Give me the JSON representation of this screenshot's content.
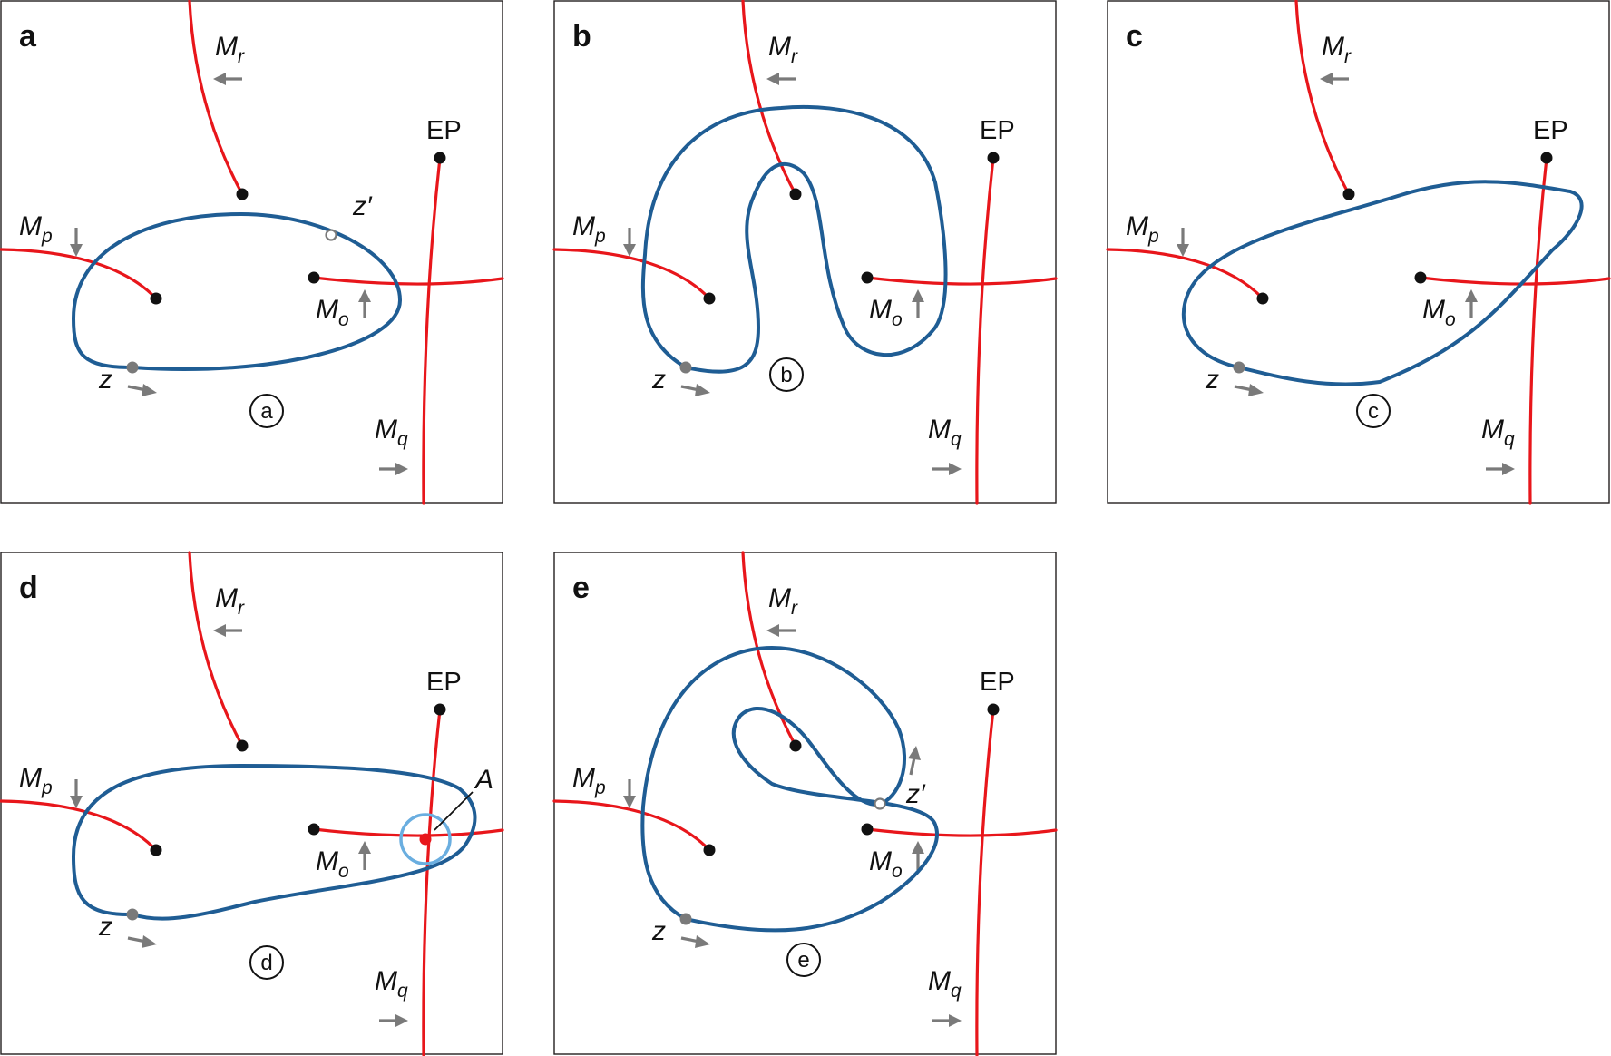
{
  "panels": [
    {
      "id": "a",
      "label": "a",
      "badge": "a",
      "z": "z",
      "z_prime": "z′",
      "mr": "M",
      "mr_sub": "r",
      "mp": "M",
      "mp_sub": "p",
      "mo": "M",
      "mo_sub": "o",
      "mq": "M",
      "mq_sub": "q",
      "ep": "EP"
    },
    {
      "id": "b",
      "label": "b",
      "badge": "b",
      "z": "z",
      "mr": "M",
      "mr_sub": "r",
      "mp": "M",
      "mp_sub": "p",
      "mo": "M",
      "mo_sub": "o",
      "mq": "M",
      "mq_sub": "q",
      "ep": "EP"
    },
    {
      "id": "c",
      "label": "c",
      "badge": "c",
      "z": "z",
      "mr": "M",
      "mr_sub": "r",
      "mp": "M",
      "mp_sub": "p",
      "mo": "M",
      "mo_sub": "o",
      "mq": "M",
      "mq_sub": "q",
      "ep": "EP"
    },
    {
      "id": "d",
      "label": "d",
      "badge": "d",
      "z": "z",
      "mr": "M",
      "mr_sub": "r",
      "mp": "M",
      "mp_sub": "p",
      "mo": "M",
      "mo_sub": "o",
      "mq": "M",
      "mq_sub": "q",
      "ep": "EP",
      "a_label": "A"
    },
    {
      "id": "e",
      "label": "e",
      "badge": "e",
      "z": "z",
      "z_prime": "z′",
      "mr": "M",
      "mr_sub": "r",
      "mp": "M",
      "mp_sub": "p",
      "mo": "M",
      "mo_sub": "o",
      "mq": "M",
      "mq_sub": "q",
      "ep": "EP"
    }
  ],
  "colors": {
    "branch_cut": "#e8161b",
    "loop": "#1f5d94",
    "arrow": "#7a7a7a",
    "highlight_circle": "#6aaee0"
  }
}
